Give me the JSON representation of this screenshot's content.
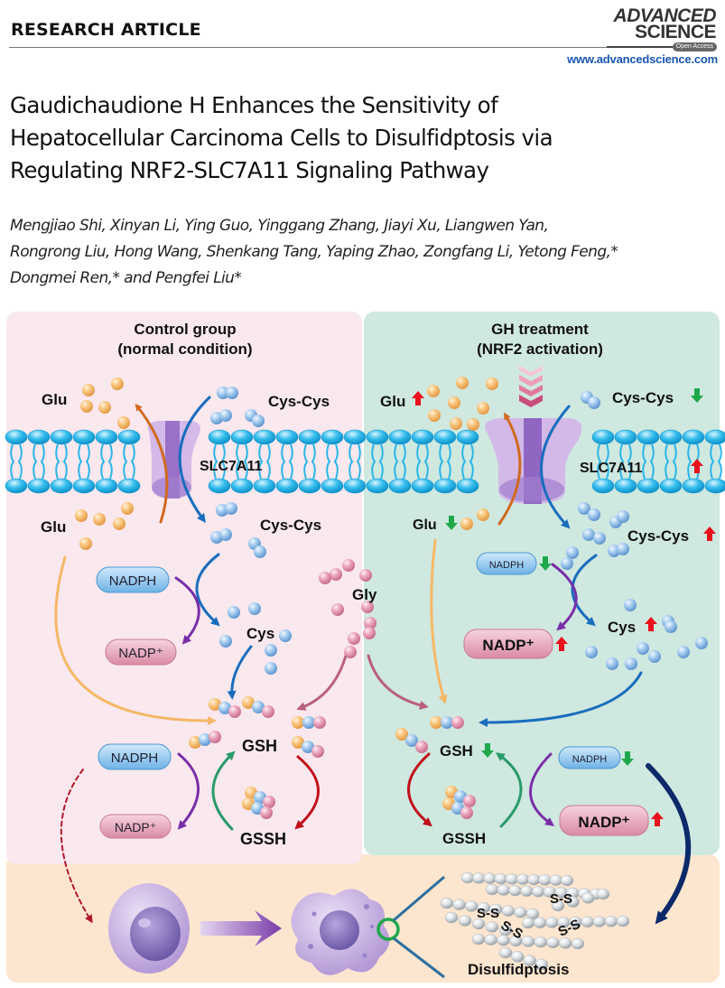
{
  "header": {
    "section_label": "RESEARCH ARTICLE",
    "journal_logo_line1": "ADVANCED",
    "journal_logo_line2": "SCIENCE",
    "open_access_badge": "Open Access",
    "website": "www.advancedscience.com"
  },
  "article": {
    "title_lines": [
      "Gaudichaudione H Enhances the Sensitivity of",
      "Hepatocellular Carcinoma Cells to Disulfidptosis via",
      "Regulating NRF2-SLC7A11 Signaling Pathway"
    ],
    "author_lines": [
      "Mengjiao Shi, Xinyan Li, Ying Guo, Yinggang Zhang, Jiayi Xu, Liangwen Yan,",
      "Rongrong Liu, Hong Wang, Shenkang Tang, Yaping Zhao, Zongfang Li, Yetong Feng,*",
      "Dongmei Ren,* and Pengfei Liu*"
    ]
  },
  "figure": {
    "control_panel": {
      "heading_line1": "Control group",
      "heading_line2": "(normal condition)",
      "labels": {
        "glu_out": "Glu",
        "cyscys_out": "Cys-Cys",
        "transporter": "SLC7A11",
        "glu_in": "Glu",
        "cyscys_in": "Cys-Cys",
        "nadph_1": "NADPH",
        "nadp_1": "NADP⁺",
        "cys": "Cys",
        "gsh": "GSH",
        "nadph_2": "NADPH",
        "nadp_2": "NADP⁺",
        "gssh": "GSSH"
      }
    },
    "shared_labels": {
      "gly": "Gly"
    },
    "gh_panel": {
      "heading_line1": "GH treatment",
      "heading_line2": "(NRF2 activation)",
      "labels": {
        "glu_out": "Glu",
        "cyscys_out": "Cys-Cys",
        "transporter": "SLC7A11",
        "glu_in": "Glu",
        "cyscys_in": "Cys-Cys",
        "nadph_1": "NADPH",
        "nadp_1": "NADP⁺",
        "cys": "Cys",
        "gsh": "GSH",
        "nadph_2": "NADPH",
        "nadp_2": "NADP⁺",
        "gssh": "GSSH"
      },
      "indicators": {
        "glu_out": "up",
        "cyscys_out": "down",
        "transporter": "up",
        "glu_in": "down",
        "cyscys_in": "up",
        "nadph_1": "down",
        "nadp_1": "up",
        "cys": "up",
        "gsh": "down",
        "nadph_2": "down",
        "nadp_2": "up"
      }
    },
    "bottom_panel": {
      "outcome_label": "Disulfidptosis",
      "disulfide_labels": [
        "S-S",
        "S-S",
        "S-S",
        "S-S"
      ]
    },
    "colors": {
      "control_bg": "#f9e8ee",
      "gh_bg": "#cfe8e0",
      "bottom_bg": "#fde6cf",
      "membrane": "#29b6e8",
      "transporter": "#c9a6e0",
      "glu": "#f7c27a",
      "cys": "#9cc6ec",
      "gly": "#e59ab4",
      "nadph_pill": "#8cc8f0",
      "nadp_pill": "#e8a2b8",
      "up_arrow": "#e8101a",
      "down_arrow": "#1ea84a",
      "arrow_orange": "#d06a20",
      "arrow_blue": "#1a6dbd",
      "arrow_purple": "#7a2ea8",
      "arrow_green": "#2a9a6a",
      "arrow_red": "#c0101a",
      "arrow_pink": "#b8607a",
      "arrow_navy": "#0c2a6a"
    }
  }
}
